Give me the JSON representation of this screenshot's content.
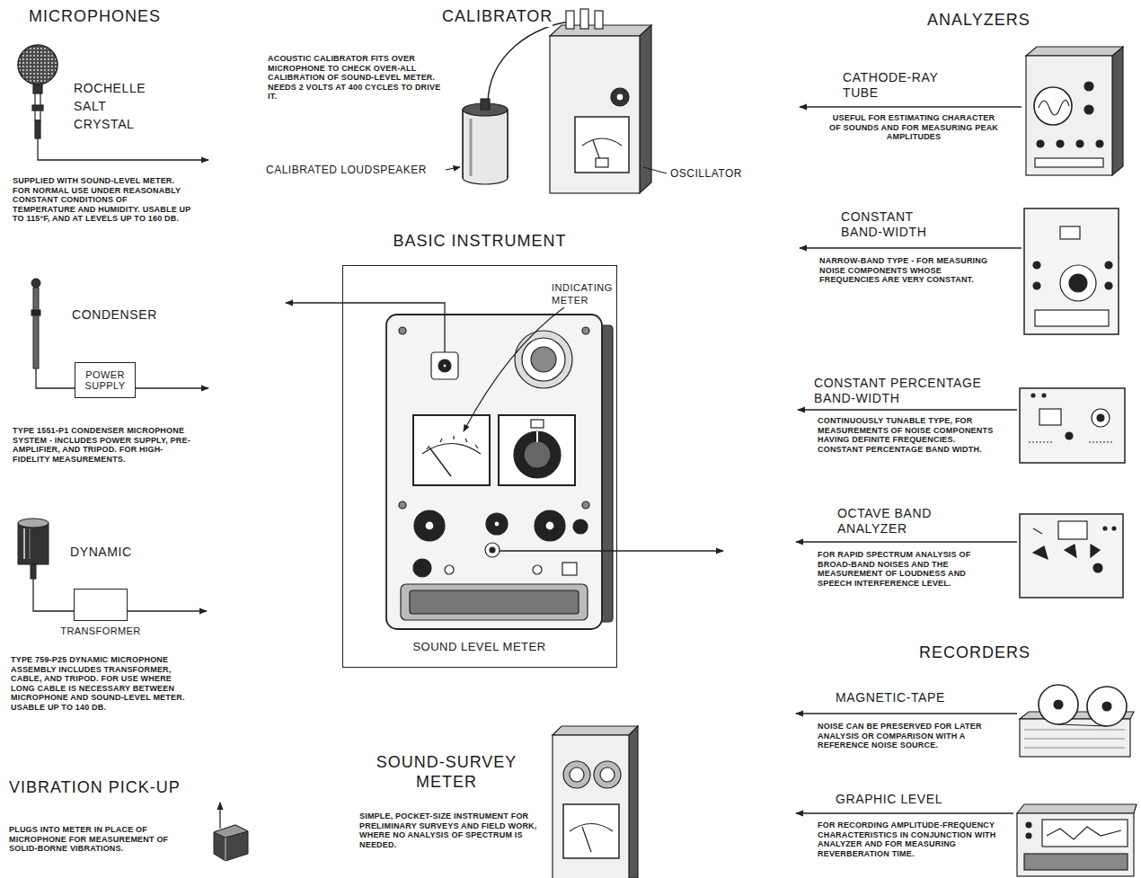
{
  "diagram": {
    "nodes": [
      {
        "text": [
          "POWER SUPPLY"
        ]
      },
      {
        "text": [
          "TRANSFORMER"
        ]
      },
      {
        "text": [
          "BASIC INSTRUMENT",
          "INDICATING METER",
          "SOUND LEVEL METER"
        ]
      }
    ],
    "labels": [
      "MICROPHONES",
      "ROCHELLE SALT CRYSTAL",
      "SUPPLIED WITH SOUND-LEVEL METER. FOR NORMAL USE UNDER REASONABLY CONSTANT CONDITIONS OF TEMPERATURE AND HUMIDITY. USABLE UP TO 115°F, AND AT LEVELS UP TO 160 DB.",
      "CONDENSER",
      "TYPE 1551-P1 CONDENSER MICROPHONE SYSTEM - INCLUDES POWER SUPPLY, PRE-AMPLIFIER, AND TRIPOD. FOR HIGH-FIDELITY MEASUREMENTS.",
      "DYNAMIC",
      "TYPE 759-P25 DYNAMIC MICROPHONE ASSEMBLY INCLUDES TRANSFORMER, CABLE, AND TRIPOD. FOR USE WHERE LONG CABLE IS NECESSARY BETWEEN MICROPHONE AND SOUND-LEVEL METER. USABLE UP TO 140 DB.",
      "VIBRATION PICK-UP",
      "PLUGS INTO METER IN PLACE OF MICROPHONE FOR MEASUREMENT OF SOLID-BORNE VIBRATIONS.",
      "CALIBRATOR",
      "ACOUSTIC CALIBRATOR FITS OVER MICROPHONE TO CHECK OVER-ALL CALIBRATION OF SOUND-LEVEL METER. NEEDS 2 VOLTS AT 400 CYCLES TO DRIVE IT.",
      "CALIBRATED LOUDSPEAKER",
      "OSCILLATOR",
      "SOUND-SURVEY METER",
      "SIMPLE, POCKET-SIZE INSTRUMENT FOR PRELIMINARY SURVEYS AND FIELD WORK, WHERE NO ANALYSIS OF SPECTRUM IS NEEDED.",
      "ANALYZERS",
      "CATHODE-RAY TUBE",
      "USEFUL FOR ESTIMATING CHARACTER OF SOUNDS AND FOR MEASURING PEAK AMPLITUDES",
      "CONSTANT BAND-WIDTH",
      "NARROW-BAND TYPE - FOR MEASURING NOISE COMPONENTS WHOSE FREQUENCIES ARE VERY CONSTANT.",
      "CONSTANT PERCENTAGE BAND-WIDTH",
      "CONTINUOUSLY TUNABLE TYPE, FOR MEASUREMENTS OF NOISE COMPONENTS HAVING DEFINITE FREQUENCIES. CONSTANT PERCENTAGE BAND WIDTH.",
      "OCTAVE BAND ANALYZER",
      "FOR RAPID SPECTRUM ANALYSIS OF BROAD-BAND NOISES AND THE MEASUREMENT OF LOUDNESS AND SPEECH INTERFERENCE LEVEL.",
      "RECORDERS",
      "MAGNETIC-TAPE",
      "NOISE CAN BE PRESERVED FOR LATER ANALYSIS OR COMPARISON WITH A REFERENCE NOISE SOURCE.",
      "GRAPHIC LEVEL",
      "FOR RECORDING AMPLITUDE-FREQUENCY CHARACTERISTICS IN CONJUNCTION WITH ANALYZER AND FOR MEASURING REVERBERATION TIME."
    ]
  }
}
